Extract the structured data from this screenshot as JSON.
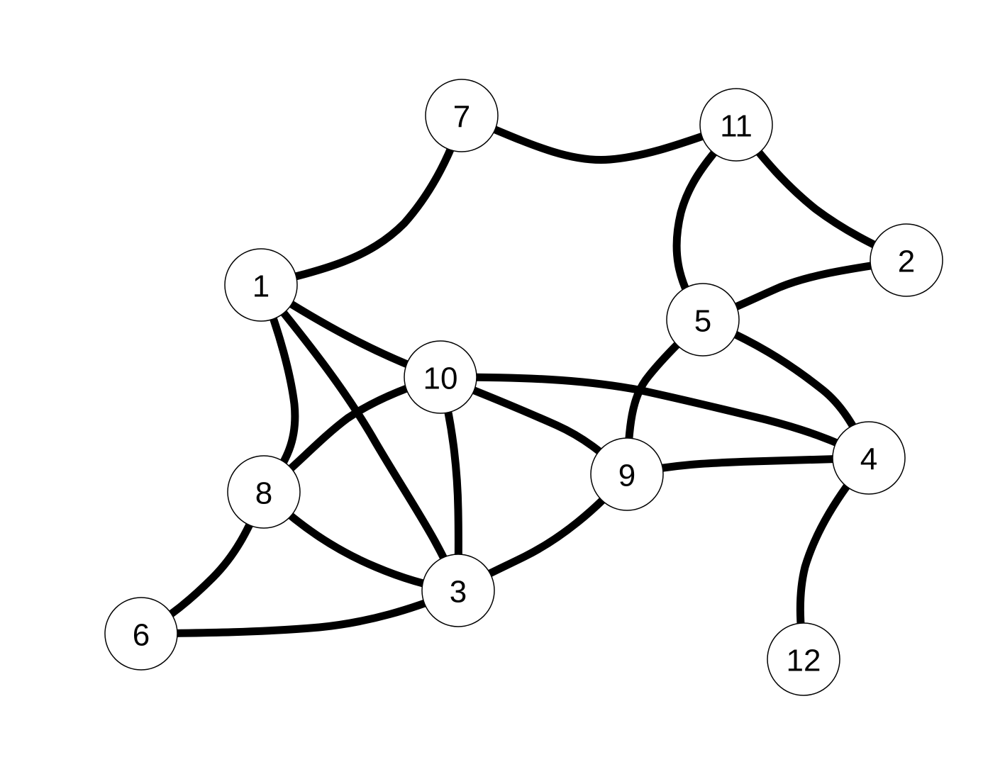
{
  "graph": {
    "nodes": [
      {
        "id": "1",
        "label": "1"
      },
      {
        "id": "2",
        "label": "2"
      },
      {
        "id": "3",
        "label": "3"
      },
      {
        "id": "4",
        "label": "4"
      },
      {
        "id": "5",
        "label": "5"
      },
      {
        "id": "6",
        "label": "6"
      },
      {
        "id": "7",
        "label": "7"
      },
      {
        "id": "8",
        "label": "8"
      },
      {
        "id": "9",
        "label": "9"
      },
      {
        "id": "10",
        "label": "10"
      },
      {
        "id": "11",
        "label": "11"
      },
      {
        "id": "12",
        "label": "12"
      }
    ],
    "edges": [
      {
        "from": "7",
        "to": "11"
      },
      {
        "from": "7",
        "to": "1"
      },
      {
        "from": "11",
        "to": "2"
      },
      {
        "from": "11",
        "to": "5"
      },
      {
        "from": "2",
        "to": "5"
      },
      {
        "from": "1",
        "to": "10"
      },
      {
        "from": "1",
        "to": "8"
      },
      {
        "from": "1",
        "to": "3"
      },
      {
        "from": "5",
        "to": "4"
      },
      {
        "from": "5",
        "to": "9"
      },
      {
        "from": "10",
        "to": "4"
      },
      {
        "from": "10",
        "to": "9"
      },
      {
        "from": "10",
        "to": "3"
      },
      {
        "from": "10",
        "to": "8"
      },
      {
        "from": "9",
        "to": "4"
      },
      {
        "from": "9",
        "to": "3"
      },
      {
        "from": "8",
        "to": "3"
      },
      {
        "from": "8",
        "to": "6"
      },
      {
        "from": "6",
        "to": "3"
      },
      {
        "from": "4",
        "to": "12"
      }
    ]
  }
}
